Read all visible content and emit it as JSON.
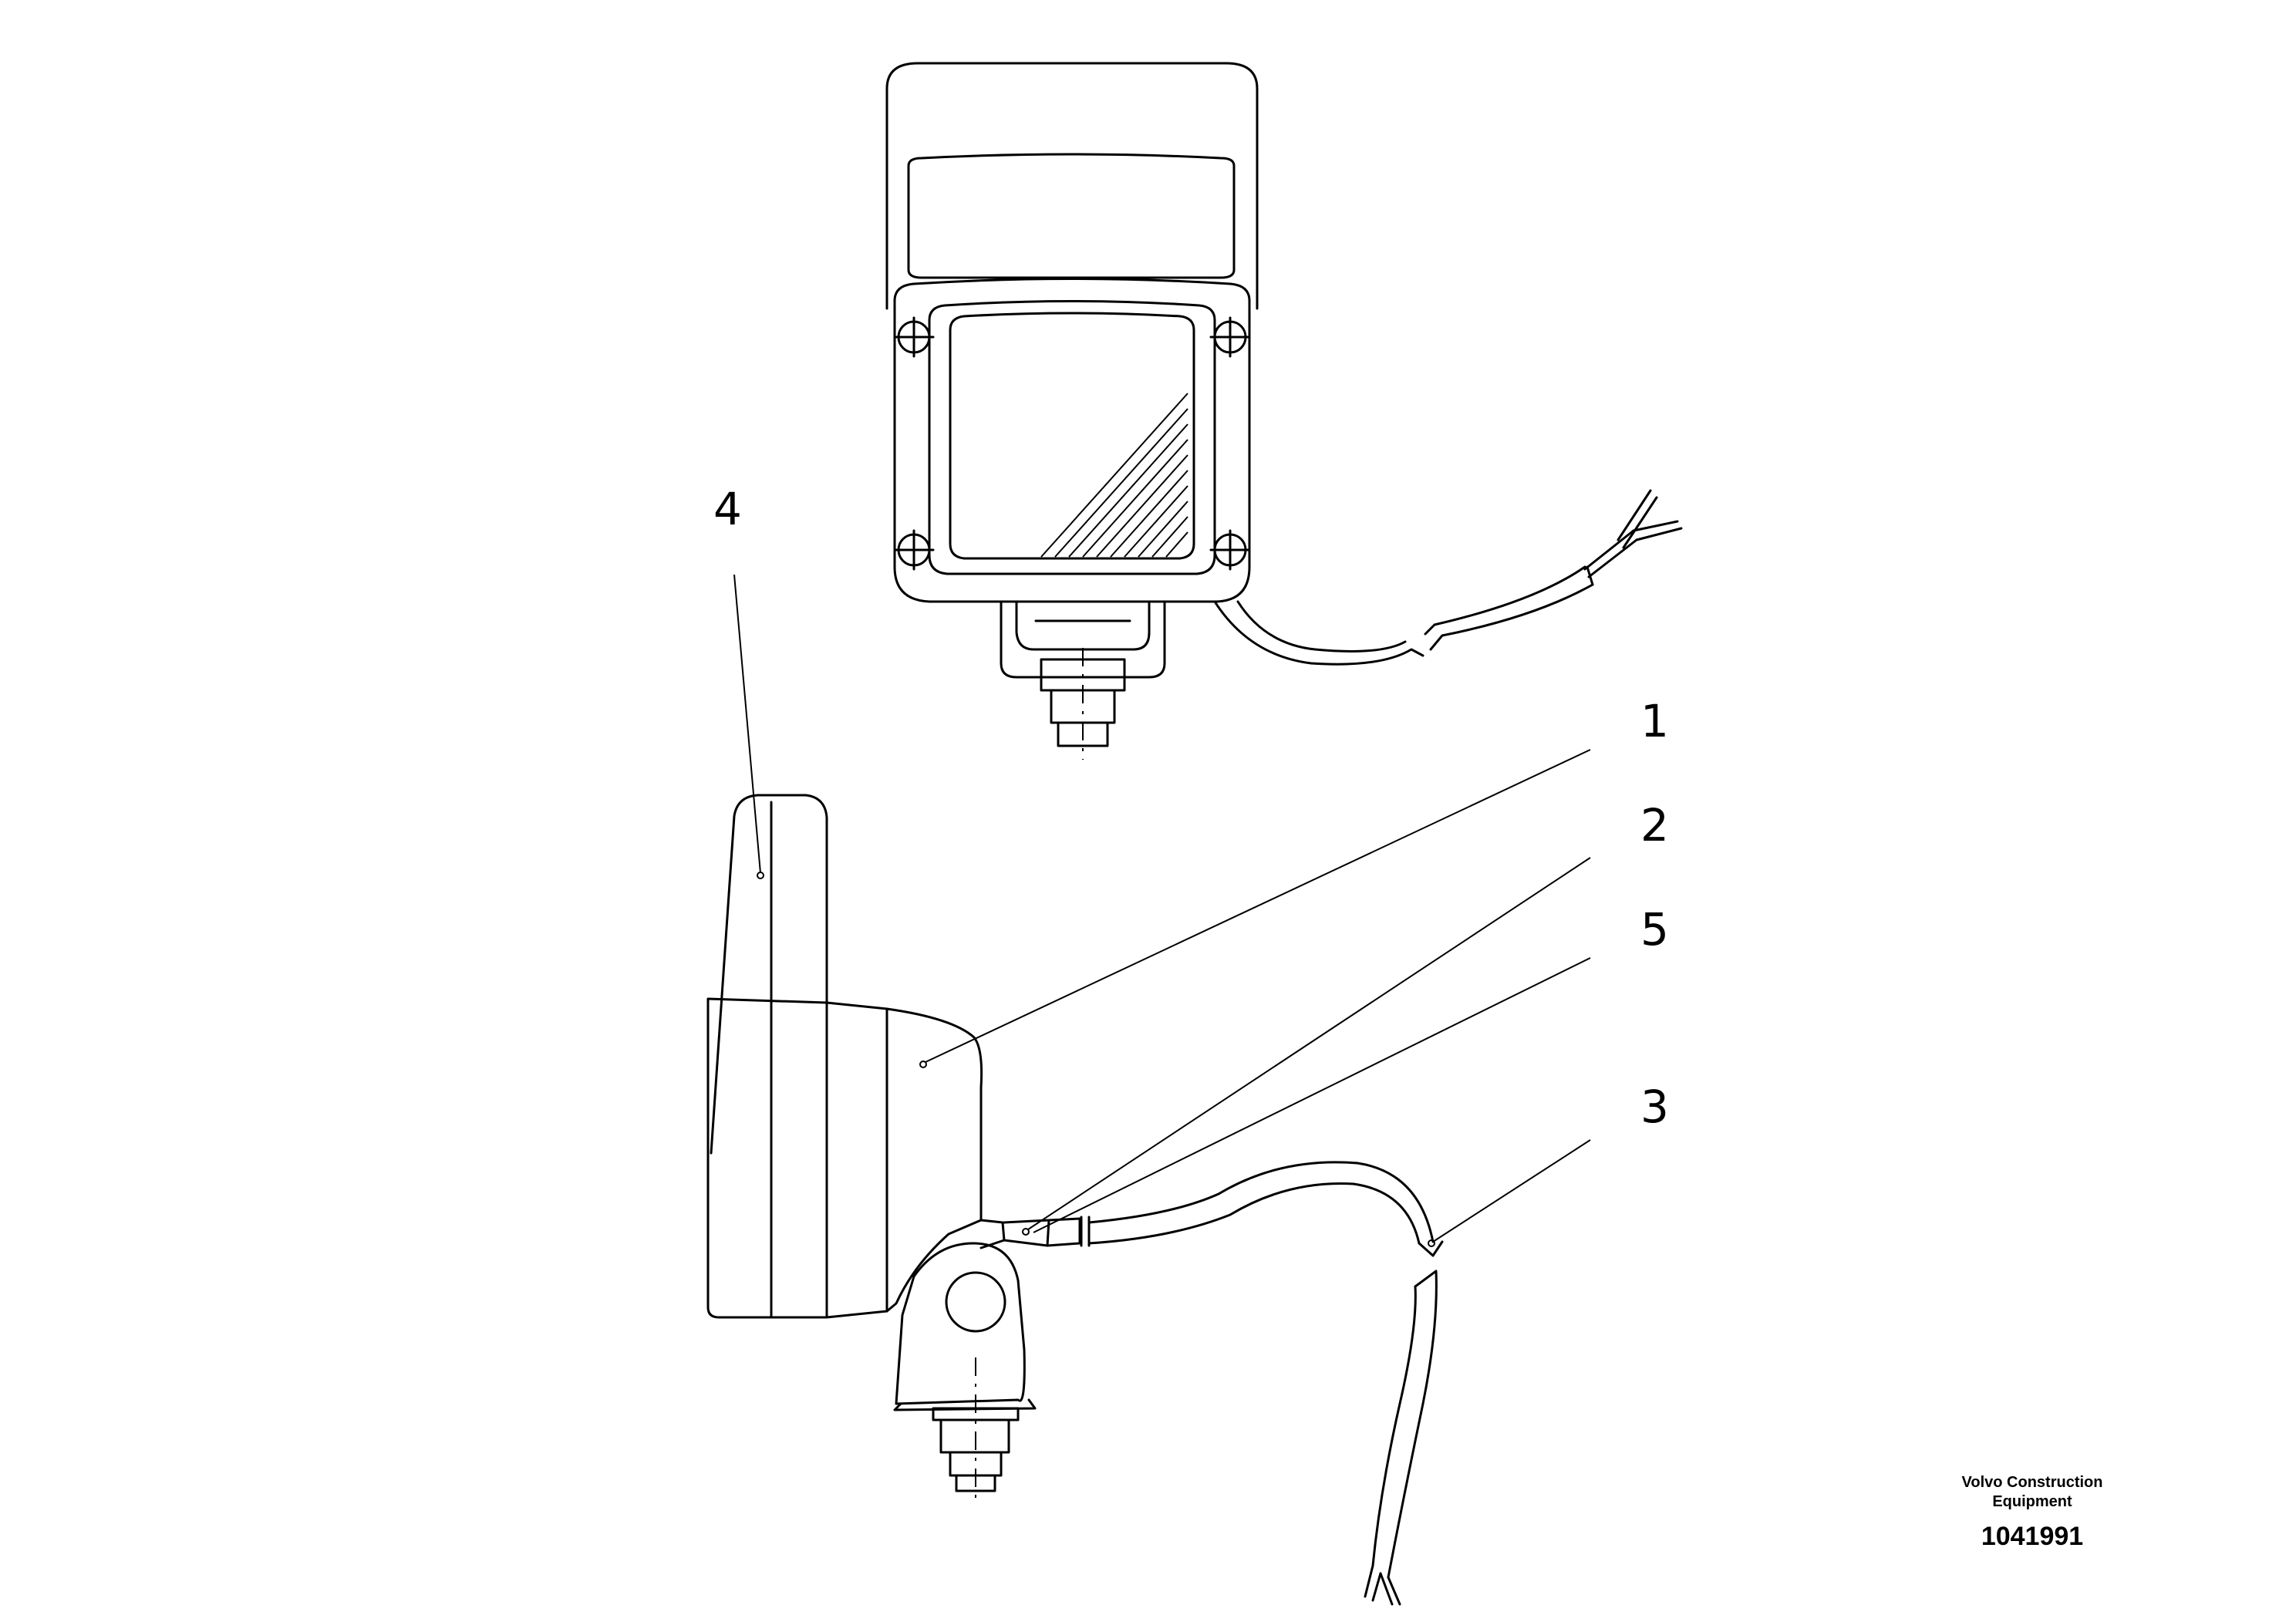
{
  "callouts": [
    {
      "id": "1",
      "text": "1"
    },
    {
      "id": "2",
      "text": "2"
    },
    {
      "id": "3",
      "text": "3"
    },
    {
      "id": "4",
      "text": "4"
    },
    {
      "id": "5",
      "text": "5"
    }
  ],
  "footer": {
    "company_line1": "Volvo Construction",
    "company_line2": "Equipment",
    "drawing_number": "1041991"
  }
}
